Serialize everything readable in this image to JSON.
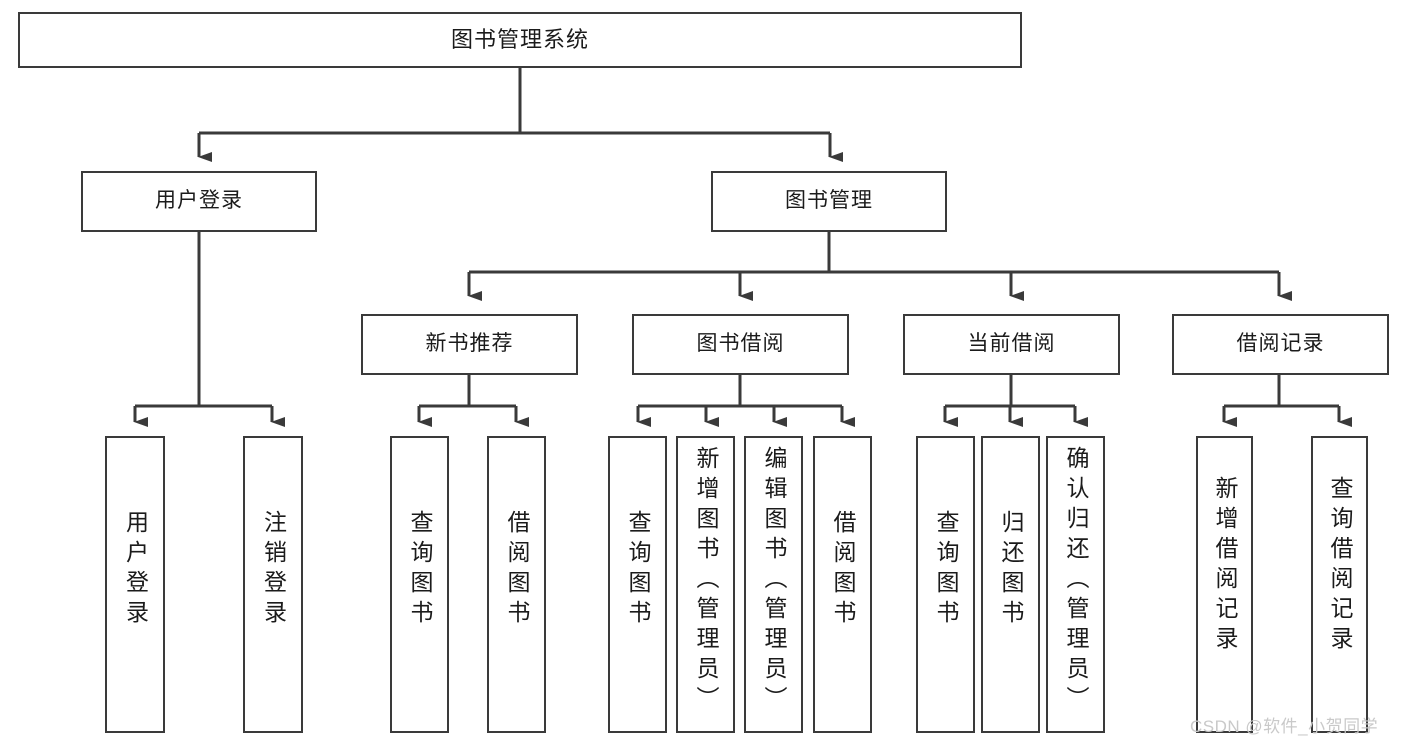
{
  "diagram": {
    "type": "tree",
    "title": "图书管理系统",
    "stroke_color": "#3a3a3a",
    "background": "#ffffff",
    "text_color": "#1b1b1b",
    "root": {
      "label": "图书管理系统"
    },
    "level2": [
      {
        "label": "用户登录"
      },
      {
        "label": "图书管理"
      }
    ],
    "level3": [
      {
        "label": "新书推荐"
      },
      {
        "label": "图书借阅"
      },
      {
        "label": "当前借阅"
      },
      {
        "label": "借阅记录"
      }
    ],
    "leaves": {
      "user_login": [
        {
          "label": "用户登录"
        },
        {
          "label": "注销登录"
        }
      ],
      "new_book_recommend": [
        {
          "label": "查询图书"
        },
        {
          "label": "借阅图书"
        }
      ],
      "book_borrow": [
        {
          "label": "查询图书"
        },
        {
          "label": "新增图书（管理员）"
        },
        {
          "label": "编辑图书（管理员）"
        },
        {
          "label": "借阅图书"
        }
      ],
      "current_borrow": [
        {
          "label": "查询图书"
        },
        {
          "label": "归还图书"
        },
        {
          "label": "确认归还（管理员）"
        }
      ],
      "borrow_record": [
        {
          "label": "新增借阅记录"
        },
        {
          "label": "查询借阅记录"
        }
      ]
    }
  },
  "watermark": {
    "text": "CSDN @软件_小贺同学"
  }
}
